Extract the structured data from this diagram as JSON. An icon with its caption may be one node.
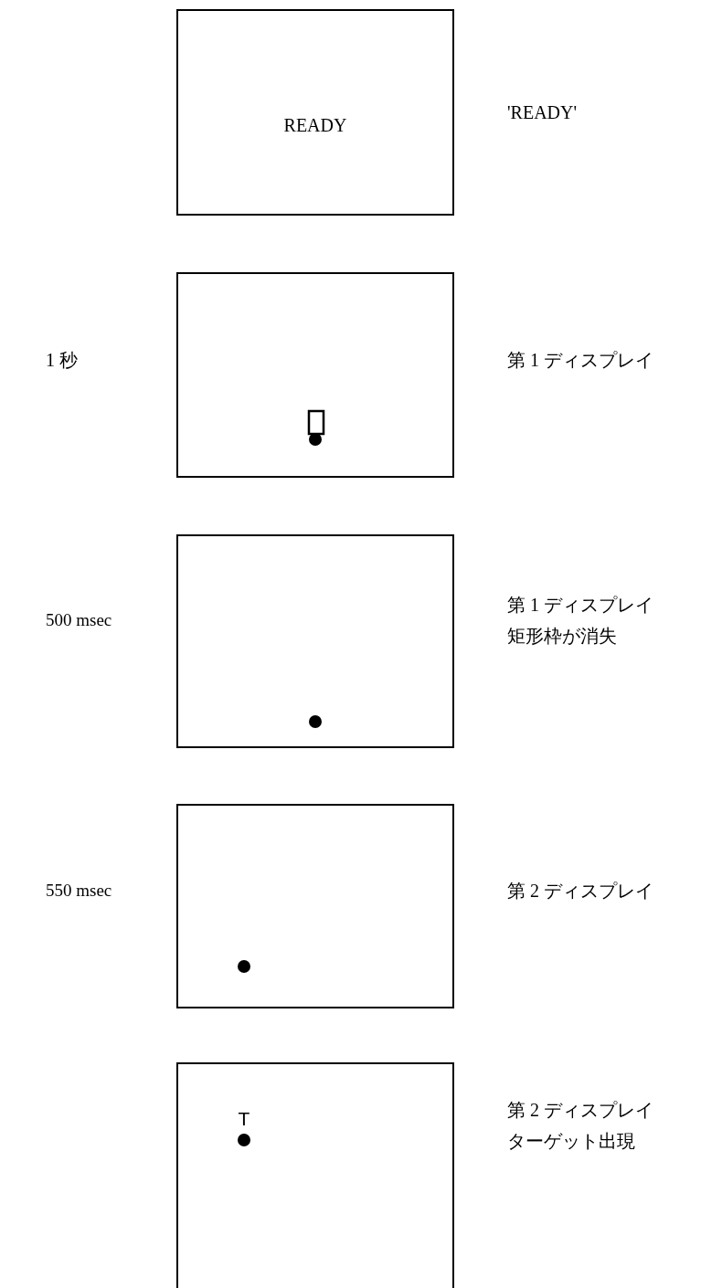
{
  "diagram": {
    "nodes": [
      {
        "text": [
          "READY"
        ],
        "beside": [
          "'READY'"
        ]
      },
      {
        "text": [],
        "shape": "box",
        "beside": [
          "第 1 ディスプレイ"
        ]
      },
      {
        "text": [],
        "shape": "box",
        "beside": [
          "第 1 ディスプレイ",
          "矩形枠が消失"
        ]
      },
      {
        "text": [],
        "shape": "box",
        "beside": [
          "第 2 ディスプレイ"
        ]
      },
      {
        "text": [
          "T"
        ],
        "beside": [
          "第 2 ディスプレイ",
          "ターゲット出現"
        ]
      }
    ],
    "labels": [
      "1 秒",
      "500 msec",
      "550 msec"
    ]
  }
}
